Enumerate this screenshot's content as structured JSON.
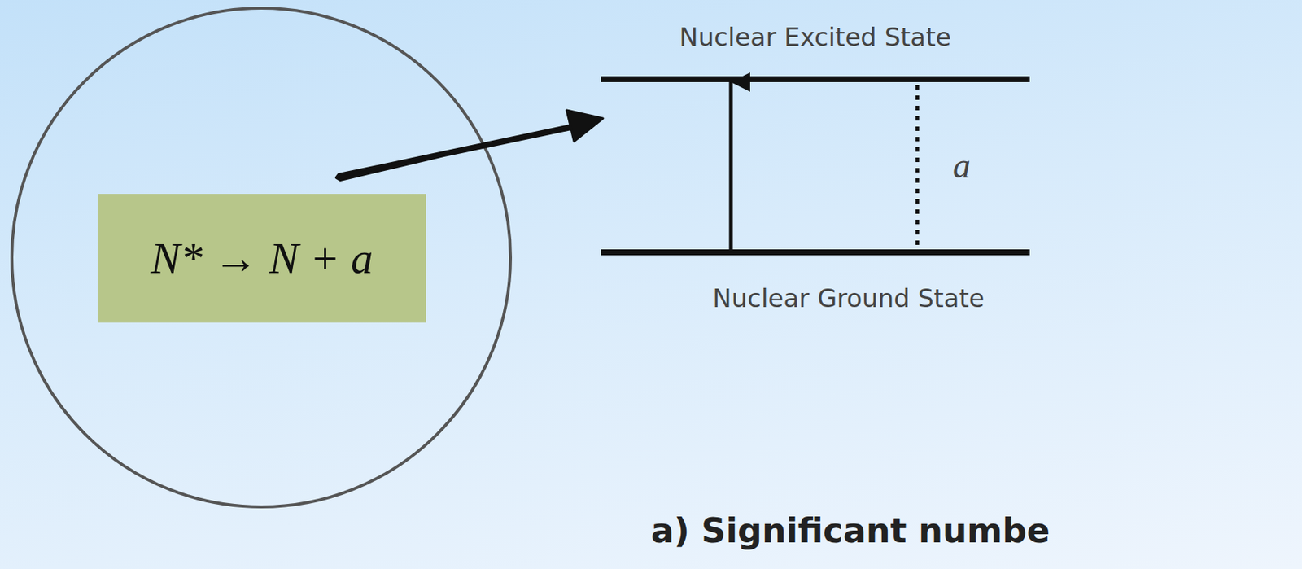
{
  "diagram": {
    "nodes": [
      {
        "text": [
          "N* → N + a"
        ]
      },
      {
        "text": [
          "Nuclear Excited State"
        ]
      },
      {
        "text": [
          "Nuclear Ground State"
        ]
      }
    ],
    "edges": [
      {
        "from": 2,
        "to": 1,
        "arrow": "to"
      },
      {
        "from": 1,
        "to": 2,
        "arrow": "none",
        "label": "a"
      }
    ],
    "labels": [
      "a) Significant numbe"
    ]
  }
}
